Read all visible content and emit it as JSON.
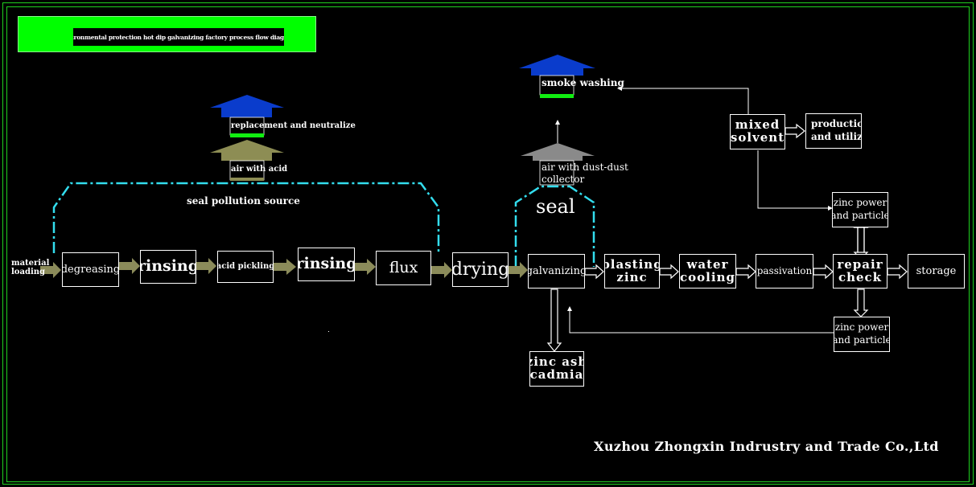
{
  "title": "environmental protection hot dip galvanizing factory process flow diagram",
  "company": "Xuzhou Zhongxin Indrustry and Trade Co.,Ltd",
  "steps": {
    "material_loading": "material\nloading",
    "degreasing": "degreasing",
    "rinsing1": "rinsing",
    "acid_pickling": "acid pickling",
    "rinsing2": "rinsing",
    "flux": "flux",
    "drying": "drying",
    "galvanizing": "galvanizing",
    "blasting_zinc": "blasting\nzinc",
    "water_cooling": "water\ncooling",
    "passivation": "passivation",
    "repair_check": "repair\ncheck",
    "storage": "storage",
    "zinc_ash": "zinc ash\ncadmia",
    "zinc_power_top": "zinc power\nand particle",
    "zinc_power_bottom": "zinc power\nand particle",
    "mixed_solvent": "mixed\nsolvent",
    "production": "production\nand utilization"
  },
  "labels": {
    "seal_pollution_source": "seal pollution source",
    "seal": "seal",
    "air_with_acid": "air with acid",
    "replacement": "replacement and neutralize",
    "air_with_dust": "air with dust-dust\ncollector",
    "smoke_washing": "smoke washing"
  },
  "colors": {
    "frame": "#1fd11f",
    "title_bg": "#00ff00",
    "flow_arrow": "#8b8b5a",
    "seal_line": "#33ddee",
    "blue_arrow": "#0a3ccc",
    "olive_arrow": "#8d8d54",
    "gray_arrow": "#8a8a8a",
    "green_band": "#11ee11"
  }
}
